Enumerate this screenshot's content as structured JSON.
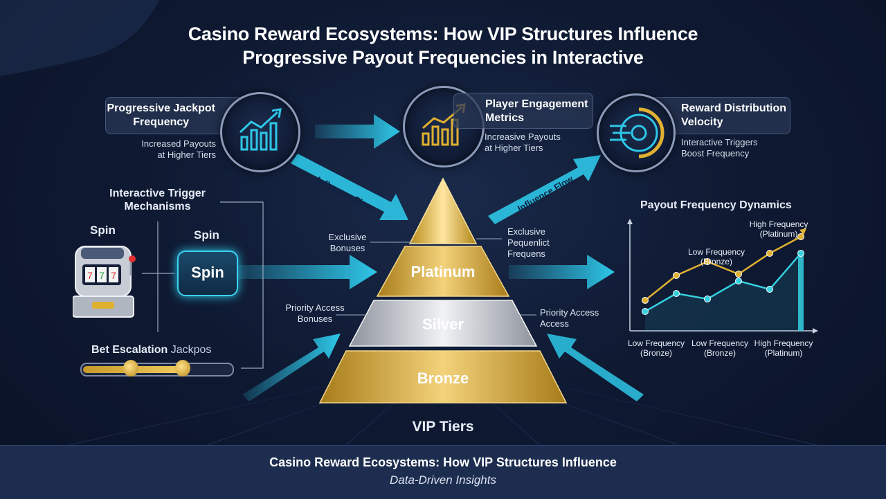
{
  "title": {
    "line1": "Casino Reward Ecosystems: How VIP Structures Influence",
    "line2": "Progressive Payout Frequencies in Interactive"
  },
  "top_nodes": {
    "jackpot": {
      "title_line1": "Progressive Jackpot",
      "title_line2": "Frequency",
      "sub_line1": "Increased Payouts",
      "sub_line2": "at Higher Tiers"
    },
    "engagement": {
      "title_line1": "Player Engagement",
      "title_line2": "Metrics",
      "sub_line1": "Increasive Payouts",
      "sub_line2": "at Higher Tiers"
    },
    "velocity": {
      "title_line1": "Reward Distribution",
      "title_line2": "Velocity",
      "sub_line1": "Interactive Triggers",
      "sub_line2": "Boost Frequency"
    }
  },
  "flow_labels": {
    "left": "Influence Flow",
    "right": "Influence Flow"
  },
  "triggers": {
    "heading_line1": "Interactive Trigger",
    "heading_line2": "Mechanisms",
    "spin_label_left": "Spin",
    "spin_label_right": "Spin",
    "spin_button": "Spin",
    "bet_label": "Bet Escalation",
    "bet_sub": "Jackpos"
  },
  "pyramid": {
    "tiers": [
      "Platinum",
      "Silver",
      "Bronze"
    ],
    "caption": "VIP Tiers",
    "left_platinum_line1": "Exclusive",
    "left_platinum_line2": "Bonuses",
    "right_platinum_line1": "Exclusive",
    "right_platinum_line2": "Pequenlict",
    "right_platinum_line3": "Frequens",
    "left_silver_line1": "Priority Access",
    "left_silver_line2": "Bonuses",
    "right_silver_line1": "Priority Access",
    "right_silver_line2": "Access"
  },
  "chart_data": {
    "type": "line",
    "title": "Payout Frequency Dynamics",
    "categories": [
      "Low Frequency (Bronze)",
      "Low Frequency (Bronze)",
      "High Frequency (Platinum)"
    ],
    "x_tick_labels": [
      {
        "line1": "Low Frequency",
        "line2": "(Bronze)"
      },
      {
        "line1": "Low Frequency",
        "line2": "(Bronze)"
      },
      {
        "line1": "High Frequency",
        "line2": "(Platinum)"
      }
    ],
    "annotations": [
      {
        "line1": "Low Frequency",
        "line2": "(Bronze)"
      },
      {
        "line1": "High Frequency",
        "line2": "(Platinum)"
      }
    ],
    "x": [
      0,
      1,
      2,
      3,
      4,
      5
    ],
    "series": [
      {
        "color": "#e0b030",
        "values": [
          2.2,
          4.0,
          5.0,
          4.1,
          5.6,
          6.8
        ]
      },
      {
        "color": "#35d0e0",
        "values": [
          1.4,
          2.7,
          2.3,
          3.6,
          3.0,
          5.6
        ]
      }
    ],
    "ylim": [
      0,
      8
    ],
    "grid": false
  },
  "footer": {
    "title": "Casino Reward Ecosystems: How VIP Structures Influence",
    "subtitle": "Data-Driven Insights"
  },
  "colors": {
    "gold": "#d9a92c",
    "cyan": "#2ec7e8",
    "silver": "#c9ccd2"
  }
}
